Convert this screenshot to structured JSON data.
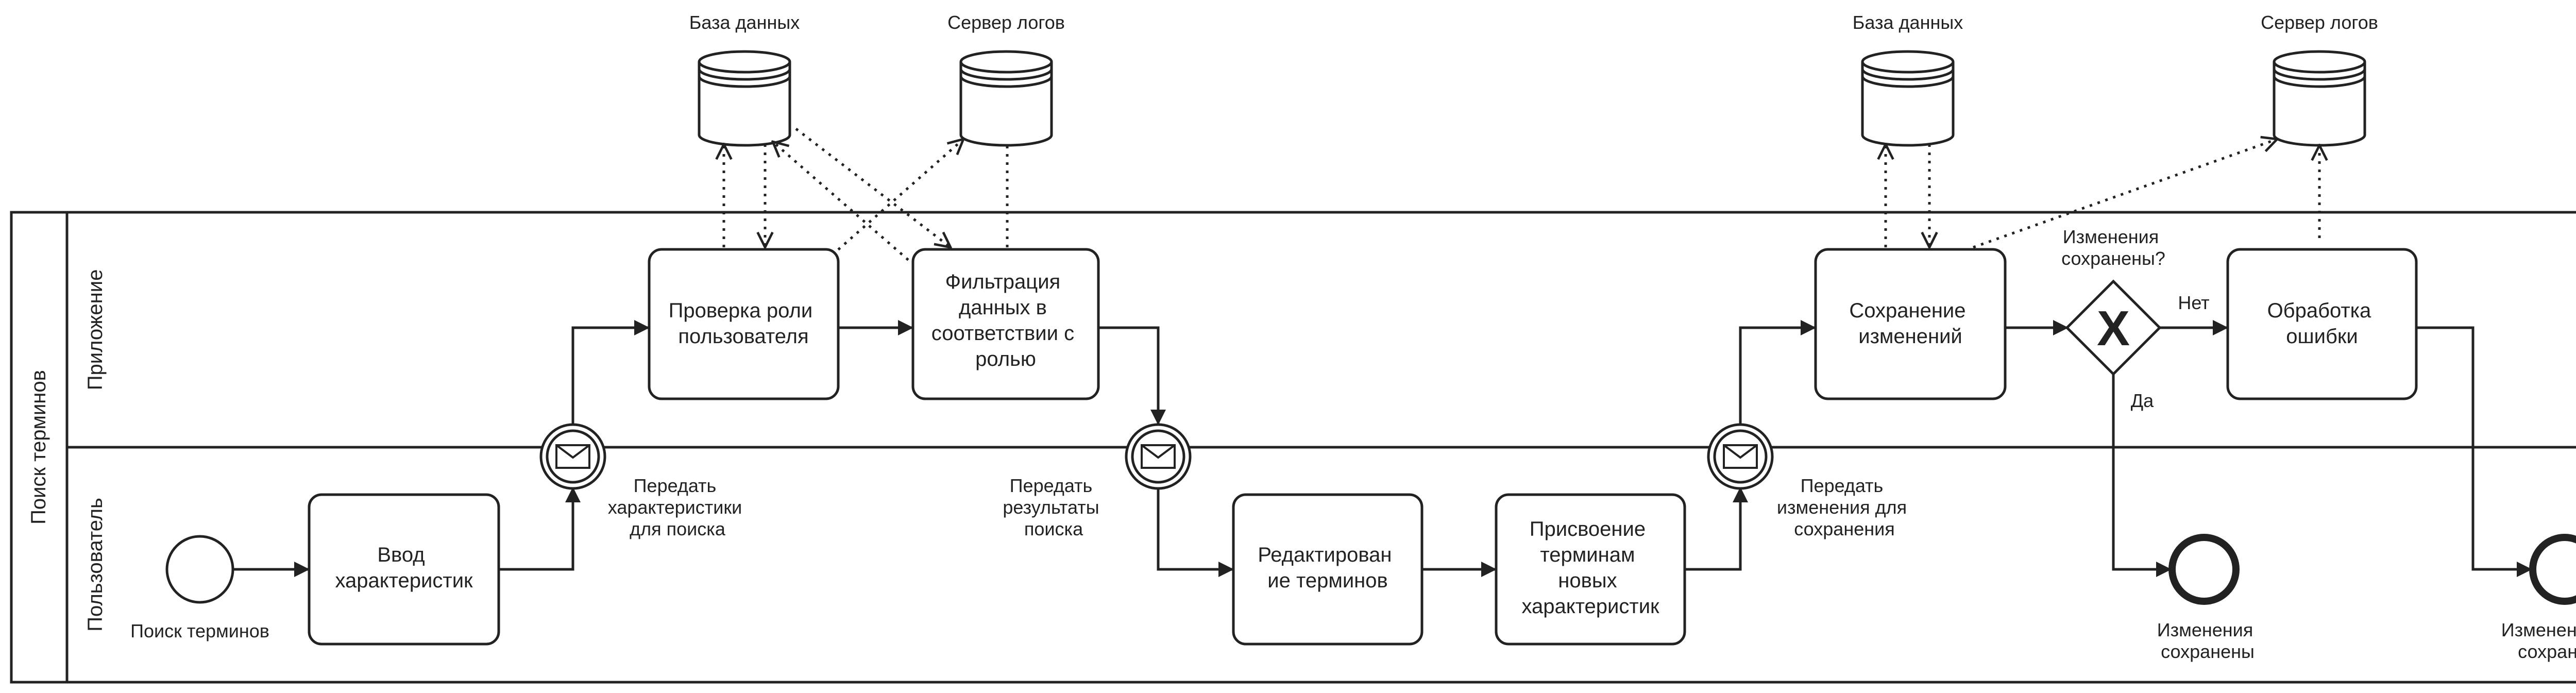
{
  "pool": {
    "label": "Поиск терминов"
  },
  "lanes": {
    "app": "Приложение",
    "user": "Пользователь"
  },
  "colors": {
    "stroke": "#222222",
    "fill": "#ffffff"
  },
  "data_stores": {
    "db1": "База данных",
    "log1": "Сервер логов",
    "db2": "База данных",
    "log2": "Сервер логов"
  },
  "tasks": {
    "enter_chars": [
      "Ввод",
      "характеристик"
    ],
    "check_role": [
      "Проверка роли",
      "пользователя"
    ],
    "filter_data": [
      "Фильтрация",
      "данных в",
      "соответствии с",
      "ролью"
    ],
    "edit_terms": [
      "Редактирован",
      "ие терминов"
    ],
    "assign_chars": [
      "Присвоение",
      "терминам",
      "новых",
      "характеристик"
    ],
    "save_changes": [
      "Сохранение",
      "изменений"
    ],
    "handle_error": [
      "Обработка",
      "ошибки"
    ]
  },
  "events": {
    "start": "Поиск терминов",
    "msg1": [
      "Передать",
      "характеристики",
      "для поиска"
    ],
    "msg2": [
      "Передать",
      "результаты",
      "поиска"
    ],
    "msg3": [
      "Передать",
      "изменения для",
      "сохранения"
    ],
    "end_saved": [
      "Изменения",
      "сохранены"
    ],
    "end_not_saved": [
      "Изменения не",
      "сохранены"
    ]
  },
  "gateway": {
    "question": [
      "Изменения",
      "сохранены?"
    ],
    "symbol": "X",
    "yes": "Да",
    "no": "Нет"
  }
}
